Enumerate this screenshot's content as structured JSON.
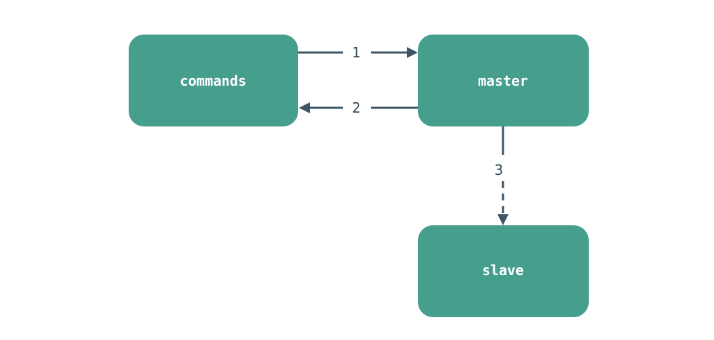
{
  "diagram": {
    "nodes": {
      "commands": {
        "label": "commands"
      },
      "master": {
        "label": "master"
      },
      "slave": {
        "label": "slave"
      }
    },
    "edges": {
      "e1": {
        "label": "1",
        "from": "commands",
        "to": "master",
        "style": "solid"
      },
      "e2": {
        "label": "2",
        "from": "master",
        "to": "commands",
        "style": "solid"
      },
      "e3": {
        "label": "3",
        "from": "master",
        "to": "slave",
        "style": "dashed"
      }
    },
    "colors": {
      "node_fill": "#469e8d",
      "node_text": "#ffffff",
      "arrow": "#3d5565",
      "edge_label": "#2f4a57",
      "background": "#ffffff"
    }
  }
}
